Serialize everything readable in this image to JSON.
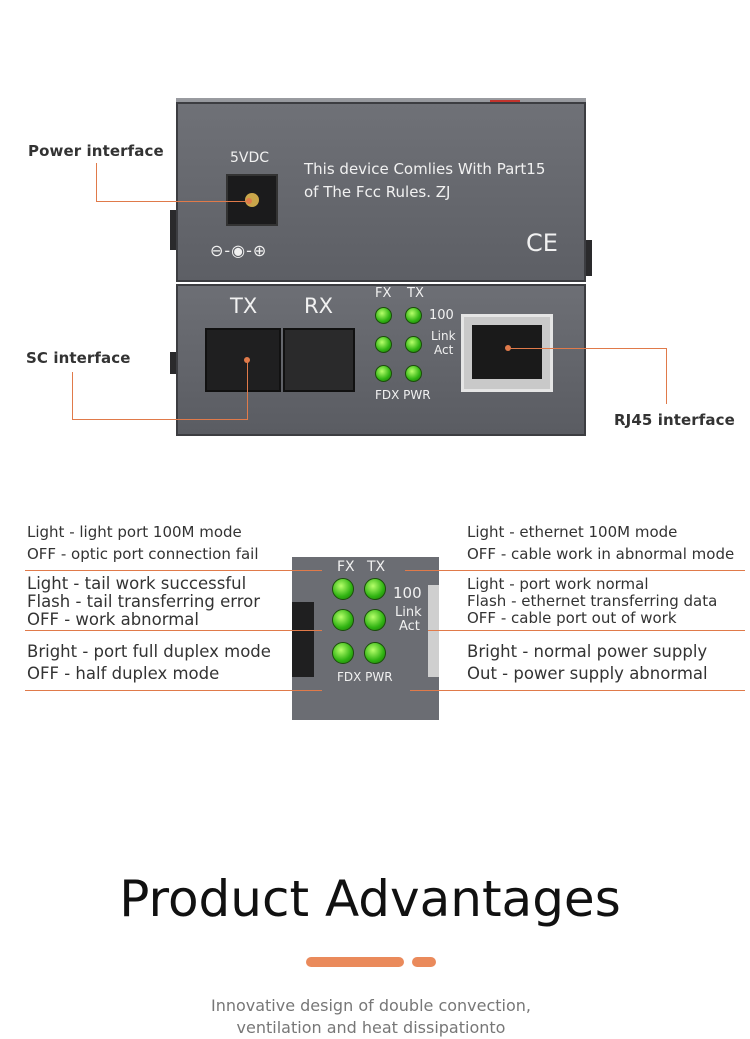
{
  "callouts": {
    "power": "Power interface",
    "sc": "SC interface",
    "rj45": "RJ45 interface"
  },
  "device": {
    "voltage": "5VDC",
    "fcc_line1": "This device Comlies With Part15",
    "fcc_line2": "of  The Fcc Rules. ZJ",
    "ce_mark": "CE",
    "power_symbol": "⊖-◉-⊕",
    "tx": "TX",
    "rx": "RX",
    "led_fx": "FX",
    "led_tx": "TX",
    "led_100": "100",
    "led_link": "Link",
    "led_act": "Act",
    "led_fdx_pwr": "FDX PWR"
  },
  "zoom": {
    "fx": "FX",
    "tx": "TX",
    "n100": "100",
    "link": "Link",
    "act": "Act",
    "fdx_pwr": "FDX PWR"
  },
  "left_desc": [
    [
      "Light - light port 100M mode",
      "OFF   - optic port connection fail"
    ],
    [
      "Light - tail work successful",
      "Flash - tail transferring error",
      "OFF    - work abnormal"
    ],
    [
      "Bright - port full duplex mode",
      "OFF     - half duplex mode"
    ]
  ],
  "right_desc": [
    [
      "Light - ethernet 100M mode",
      "OFF   - cable work in abnormal mode"
    ],
    [
      "Light  - port work normal",
      "Flash - ethernet transferring data",
      "OFF    - cable port out of work"
    ],
    [
      "Bright - normal power supply",
      "Out     - power supply abnormal"
    ]
  ],
  "section": {
    "title": "Product Advantages",
    "subtitle_line1": "Innovative design of double convection,",
    "subtitle_line2": "ventilation and heat dissipationto"
  },
  "colors": {
    "accent": "#e07a4a",
    "device_body": "#65676d",
    "led_green": "#2fb312"
  }
}
